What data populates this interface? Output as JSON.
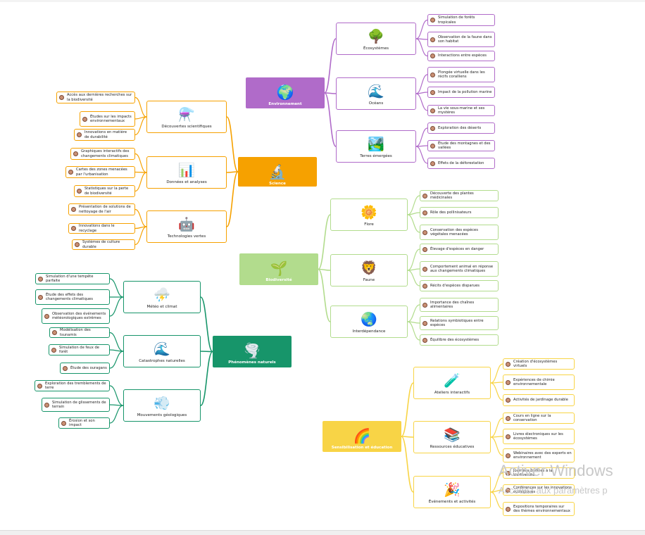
{
  "colors": {
    "environnement": "#b06bc9",
    "science": "#f6a100",
    "biodiversite": "#b2dc8d",
    "phenomenes": "#17956a",
    "sensibilisation": "#f8d446"
  },
  "watermark": {
    "line1": "Activer Windows",
    "line2": "Accédez aux paramètres p"
  },
  "branches": [
    {
      "id": "environnement",
      "label": "Environnement",
      "icon": "🌍",
      "color_key": "environnement",
      "subs": [
        {
          "label": "Écosystèmes",
          "icon": "🌳",
          "leaves": [
            "Simulation de forêts tropicales",
            "Observation de la faune dans son habitat",
            "Interactions entre espèces"
          ]
        },
        {
          "label": "Océans",
          "icon": "🌊",
          "leaves": [
            "Plongée virtuelle dans les récifs coralliens",
            "Impact de la pollution marine",
            "La vie sous-marine et ses mystères"
          ]
        },
        {
          "label": "Terres émergées",
          "icon": "🏞️",
          "leaves": [
            "Exploration des déserts",
            "Étude des montagnes et des vallées",
            "Effets de la déforestation"
          ]
        }
      ]
    },
    {
      "id": "science",
      "label": "Science",
      "icon": "🔬",
      "color_key": "science",
      "subs": [
        {
          "label": "Découvertes scientifiques",
          "icon": "⚗️",
          "leaves": [
            "Accès aux dernières recherches sur la biodiversité",
            "Études sur les impacts environnementaux",
            "Innovations en matière de durabilité"
          ]
        },
        {
          "label": "Données et analyses",
          "icon": "📊",
          "leaves": [
            "Graphiques interactifs des changements climatiques",
            "Cartes des zones menacées par l'urbanisation",
            "Statistiques sur la perte de biodiversité"
          ]
        },
        {
          "label": "Technologies vertes",
          "icon": "🤖",
          "leaves": [
            "Présentation de solutions de nettoyage de l'air",
            "Innovations dans le recyclage",
            "Systèmes de culture durable"
          ]
        }
      ]
    },
    {
      "id": "biodiversite",
      "label": "Biodiversité",
      "icon": "🌱",
      "color_key": "biodiversite",
      "subs": [
        {
          "label": "Flore",
          "icon": "🌼",
          "leaves": [
            "Découverte des plantes médicinales",
            "Rôle des pollinisateurs",
            "Conservation des espèces végétales menacées"
          ]
        },
        {
          "label": "Faune",
          "icon": "🦁",
          "leaves": [
            "Élevage d'espèces en danger",
            "Comportement animal en réponse aux changements climatiques",
            "Récits d'espèces disparues"
          ]
        },
        {
          "label": "Interdépendance",
          "icon": "🌏",
          "leaves": [
            "Importance des chaînes alimentaires",
            "Relations symbiotiques entre espèces",
            "Équilibre des écosystèmes"
          ]
        }
      ]
    },
    {
      "id": "phenomenes",
      "label": "Phénomènes naturels",
      "icon": "🌪️",
      "color_key": "phenomenes",
      "subs": [
        {
          "label": "Météo et climat",
          "icon": "⛈️",
          "leaves": [
            "Simulation d'une tempête parfaite",
            "Étude des effets des changements climatiques",
            "Observation des événements météorologiques extrêmes"
          ]
        },
        {
          "label": "Catastrophes naturelles",
          "icon": "🌊",
          "leaves": [
            "Modélisation des tsunamis",
            "Simulation de feux de forêt",
            "Étude des ouragans"
          ]
        },
        {
          "label": "Mouvements géologiques",
          "icon": "💨",
          "leaves": [
            "Exploration des tremblements de terre",
            "Simulation de glissements de terrain",
            "Érosion et son impact"
          ]
        }
      ]
    },
    {
      "id": "sensibilisation",
      "label": "Sensibilisation et éducation",
      "icon": "🌈",
      "color_key": "sensibilisation",
      "subs": [
        {
          "label": "Ateliers interactifs",
          "icon": "🧪",
          "leaves": [
            "Création d'écosystèmes virtuels",
            "Expériences de chimie environnementale",
            "Activités de jardinage durable"
          ]
        },
        {
          "label": "Ressources éducatives",
          "icon": "📚",
          "leaves": [
            "Cours en ligne sur la conservation",
            "Livres électroniques sur les écosystèmes",
            "Webinaires avec des experts en environnement"
          ]
        },
        {
          "label": "Événements et activités",
          "icon": "🎉",
          "leaves": [
            "Journées dédiées à la biodiversité",
            "Conférences sur les innovations écologiques",
            "Expositions temporaires sur des thèmes environnementaux"
          ]
        }
      ]
    }
  ]
}
